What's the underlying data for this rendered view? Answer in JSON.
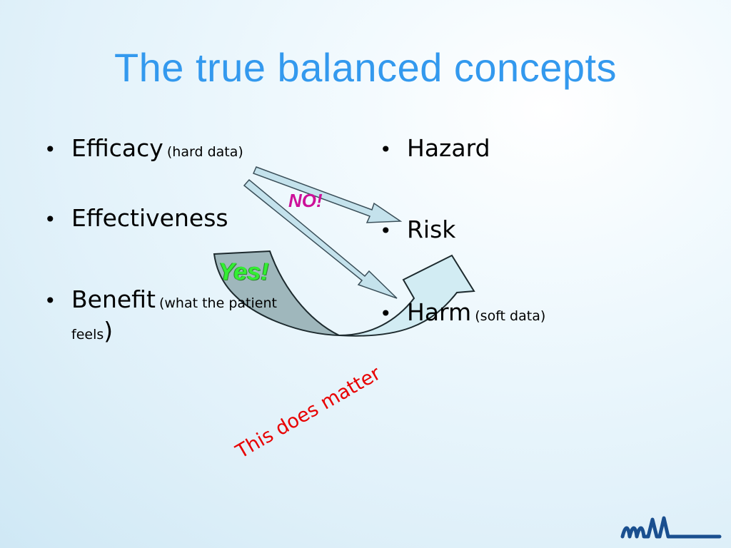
{
  "slide": {
    "title": "The true balanced concepts",
    "bullet_symbol": "•",
    "left_column": [
      {
        "term": "Efficacy",
        "note": "(hard data)"
      },
      {
        "term": "Effectiveness",
        "note": ""
      },
      {
        "term": "Benefit",
        "note_open": "(what the patient",
        "note_wrap": "feels",
        "note_close": ")"
      }
    ],
    "right_column": [
      {
        "term": "Hazard",
        "note": ""
      },
      {
        "term": "Risk",
        "note": ""
      },
      {
        "term": "Harm",
        "note": "(soft data)"
      }
    ],
    "arrow_labels": {
      "no": "NO!",
      "yes": "Yes!"
    },
    "tagline": "This does matter",
    "colors": {
      "title": "#3399ee",
      "no_label": "#cc1199",
      "yes_label": "#33ee33",
      "tagline": "#e80000",
      "arrow_fill": "#c4e2ec",
      "curved_arrow_dark": "#9fb7bc",
      "curved_arrow_light": "#d2ecf3",
      "logo": "#1a4f8f"
    }
  }
}
